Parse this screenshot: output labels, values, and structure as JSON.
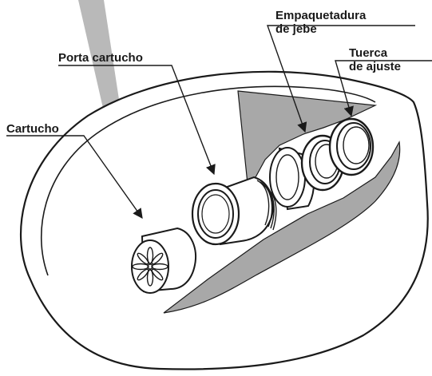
{
  "labels": {
    "cartucho": "Cartucho",
    "porta_cartucho": "Porta cartucho",
    "empaquetadura_line1": "Empaquetadura",
    "empaquetadura_line2": "de jebe",
    "tuerca_line1": "Tuerca",
    "tuerca_line2": "de ajuste"
  },
  "colors": {
    "outline": "#1a1a1a",
    "cutaway_fill": "#a8a8a8",
    "beam_fill": "#b9b9b9",
    "background": "#ffffff"
  },
  "icons": {
    "cartridge_emblem": "asterisk-flower-icon"
  }
}
